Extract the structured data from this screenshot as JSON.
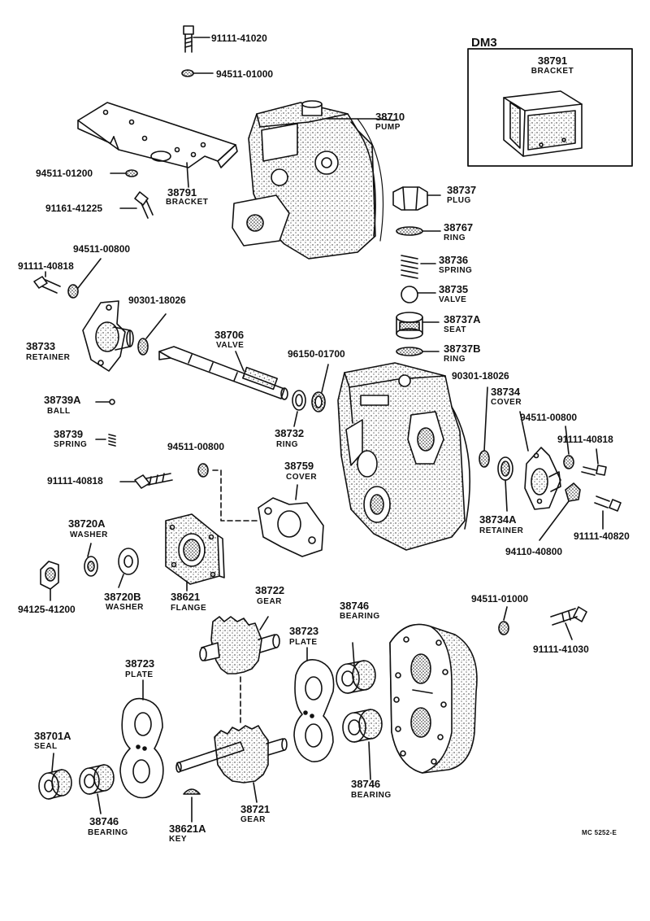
{
  "diagram": {
    "code": "MC 5252-E",
    "inset": {
      "title": "DM3",
      "part_no": "38791",
      "name": "BRACKET"
    },
    "parts": [
      {
        "id": "p91111_41020",
        "no": "91111-41020",
        "name": ""
      },
      {
        "id": "p94511_01000_top",
        "no": "94511-01000",
        "name": ""
      },
      {
        "id": "p38710",
        "no": "38710",
        "name": "PUMP"
      },
      {
        "id": "p38791",
        "no": "38791",
        "name": "BRACKET"
      },
      {
        "id": "p94511_01200",
        "no": "94511-01200",
        "name": ""
      },
      {
        "id": "p91161_41225",
        "no": "91161-41225",
        "name": ""
      },
      {
        "id": "p38737",
        "no": "38737",
        "name": "PLUG"
      },
      {
        "id": "p38767",
        "no": "38767",
        "name": "RING"
      },
      {
        "id": "p94511_00800_a",
        "no": "94511-00800",
        "name": ""
      },
      {
        "id": "p91111_40818_a",
        "no": "91111-40818",
        "name": ""
      },
      {
        "id": "p38736",
        "no": "38736",
        "name": "SPRING"
      },
      {
        "id": "p38735",
        "no": "38735",
        "name": "VALVE"
      },
      {
        "id": "p90301_18026_a",
        "no": "90301-18026",
        "name": ""
      },
      {
        "id": "p38737A",
        "no": "38737A",
        "name": "SEAT"
      },
      {
        "id": "p38733",
        "no": "38733",
        "name": "RETAINER"
      },
      {
        "id": "p38706",
        "no": "38706",
        "name": "VALVE"
      },
      {
        "id": "p38737B",
        "no": "38737B",
        "name": "RING"
      },
      {
        "id": "p96150_01700",
        "no": "96150-01700",
        "name": ""
      },
      {
        "id": "p90301_18026_b",
        "no": "90301-18026",
        "name": ""
      },
      {
        "id": "p38734",
        "no": "38734",
        "name": "COVER"
      },
      {
        "id": "p38739A",
        "no": "38739A",
        "name": "BALL"
      },
      {
        "id": "p38732",
        "no": "38732",
        "name": "RING"
      },
      {
        "id": "p94511_00800_b",
        "no": "94511-00800",
        "name": ""
      },
      {
        "id": "p91111_40818_b",
        "no": "91111-40818",
        "name": ""
      },
      {
        "id": "p38739",
        "no": "38739",
        "name": "SPRING"
      },
      {
        "id": "p94511_00800_c",
        "no": "94511-00800",
        "name": ""
      },
      {
        "id": "p38759",
        "no": "38759",
        "name": "COVER"
      },
      {
        "id": "p91111_40818_c",
        "no": "91111-40818",
        "name": ""
      },
      {
        "id": "p38734A",
        "no": "38734A",
        "name": "RETAINER"
      },
      {
        "id": "p94110_40800",
        "no": "94110-40800",
        "name": ""
      },
      {
        "id": "p91111_40820",
        "no": "91111-40820",
        "name": ""
      },
      {
        "id": "p38720A",
        "no": "38720A",
        "name": "WASHER"
      },
      {
        "id": "p38720B",
        "no": "38720B",
        "name": "WASHER"
      },
      {
        "id": "p38621",
        "no": "38621",
        "name": "FLANGE"
      },
      {
        "id": "p94125_41200",
        "no": "94125-41200",
        "name": ""
      },
      {
        "id": "p38722",
        "no": "38722",
        "name": "GEAR"
      },
      {
        "id": "p94511_01000_b",
        "no": "94511-01000",
        "name": ""
      },
      {
        "id": "p38746_a",
        "no": "38746",
        "name": "BEARING"
      },
      {
        "id": "p38723_a",
        "no": "38723",
        "name": "PLATE"
      },
      {
        "id": "p91111_41030",
        "no": "91111-41030",
        "name": ""
      },
      {
        "id": "p38723_b",
        "no": "38723",
        "name": "PLATE"
      },
      {
        "id": "p38701A",
        "no": "38701A",
        "name": "SEAL"
      },
      {
        "id": "p38746_b",
        "no": "38746",
        "name": "BEARING"
      },
      {
        "id": "p38721",
        "no": "38721",
        "name": "GEAR"
      },
      {
        "id": "p38746_c",
        "no": "38746",
        "name": "BEARING"
      },
      {
        "id": "p38621A",
        "no": "38621A",
        "name": "KEY"
      }
    ]
  }
}
